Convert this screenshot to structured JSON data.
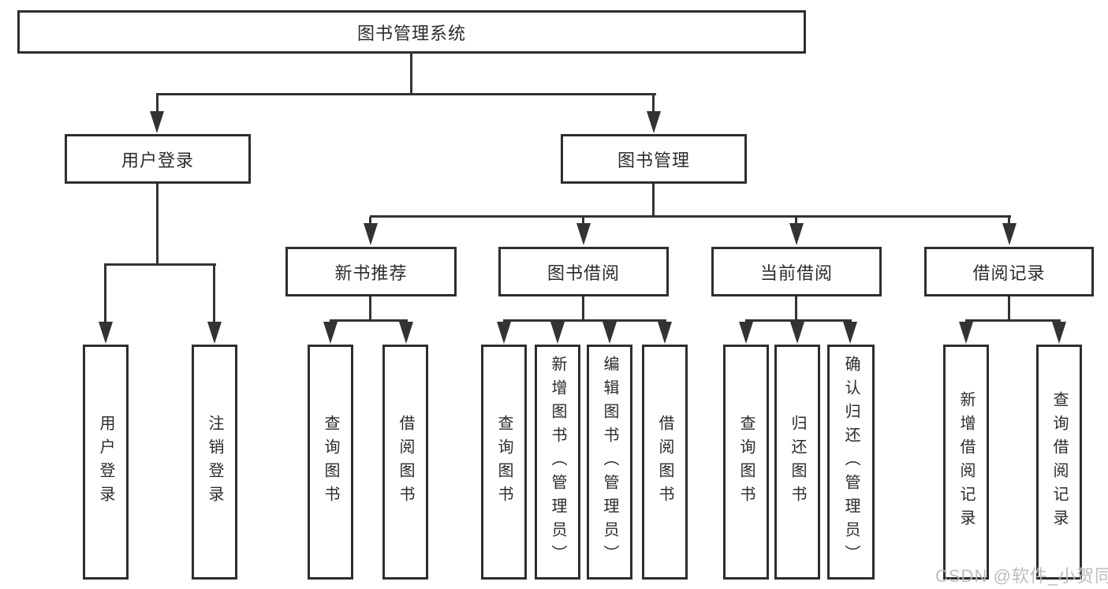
{
  "diagram": {
    "root": {
      "label": "图书管理系统"
    },
    "branches": [
      {
        "label": "用户登录",
        "children": [
          {
            "label": "用户登录"
          },
          {
            "label": "注销登录"
          }
        ]
      },
      {
        "label": "图书管理",
        "children": [
          {
            "label": "新书推荐",
            "children": [
              {
                "label": "查询图书"
              },
              {
                "label": "借阅图书"
              }
            ]
          },
          {
            "label": "图书借阅",
            "children": [
              {
                "label": "查询图书"
              },
              {
                "label": "新增图书（管理员）"
              },
              {
                "label": "编辑图书（管理员）"
              },
              {
                "label": "借阅图书"
              }
            ]
          },
          {
            "label": "当前借阅",
            "children": [
              {
                "label": "查询图书"
              },
              {
                "label": "归还图书"
              },
              {
                "label": "确认归还（管理员）"
              }
            ]
          },
          {
            "label": "借阅记录",
            "children": [
              {
                "label": "新增借阅记录"
              },
              {
                "label": "查询借阅记录"
              }
            ]
          }
        ]
      }
    ],
    "colors": {
      "line": "#333333",
      "box_border": "#2e2e2e",
      "text": "#2b2b2b",
      "background": "#ffffff",
      "watermark": "#b9b9b9"
    }
  },
  "watermark": {
    "text": "CSDN @软件_小贺同学"
  }
}
